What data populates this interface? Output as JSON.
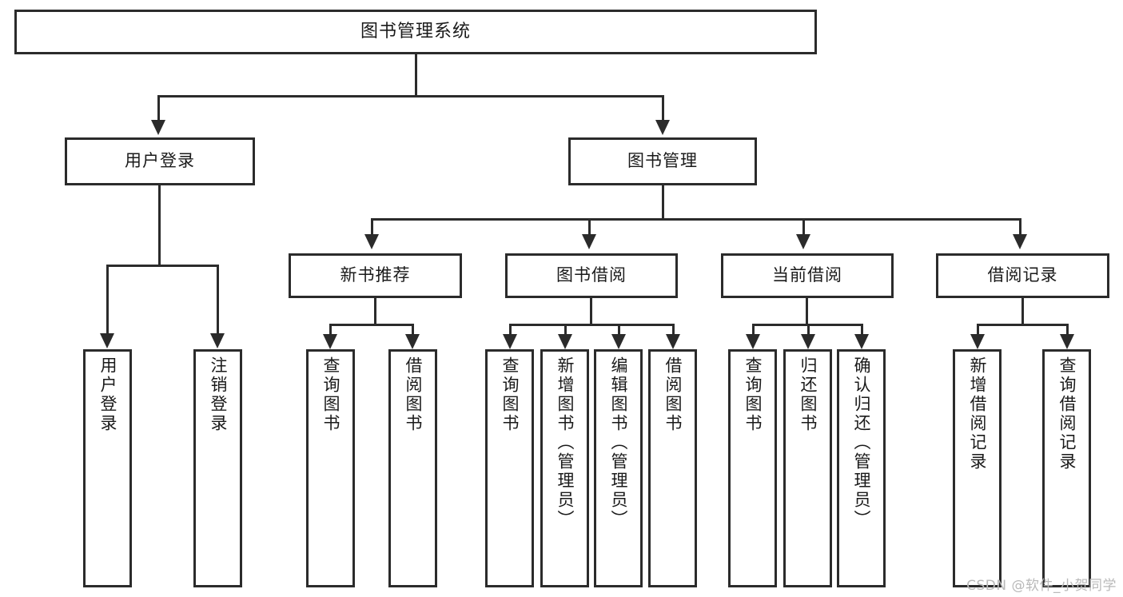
{
  "diagram": {
    "type": "tree-hierarchy-chart",
    "title": "图书管理系统",
    "orientation": "top-down",
    "colors": {
      "box_border": "#2b2b2b",
      "box_fill": "#ffffff",
      "line": "#2b2b2b",
      "text": "#1a1a1a",
      "watermark": "#b9b9b9",
      "background": "#ffffff"
    },
    "root": {
      "label": "图书管理系统"
    },
    "level2": [
      {
        "id": "user-login",
        "label": "用户登录"
      },
      {
        "id": "book-manage",
        "label": "图书管理"
      }
    ],
    "level3": [
      {
        "id": "new-book-recommend",
        "label": "新书推荐",
        "parent": "book-manage"
      },
      {
        "id": "book-borrow",
        "label": "图书借阅",
        "parent": "book-manage"
      },
      {
        "id": "current-borrow",
        "label": "当前借阅",
        "parent": "book-manage"
      },
      {
        "id": "borrow-record",
        "label": "借阅记录",
        "parent": "book-manage"
      }
    ],
    "leaves": {
      "user-login": [
        {
          "id": "leaf-user-login",
          "label": "用户登录"
        },
        {
          "id": "leaf-logout-login",
          "label": "注销登录"
        }
      ],
      "new-book-recommend": [
        {
          "id": "leaf-query-book-1",
          "label": "查询图书"
        },
        {
          "id": "leaf-borrow-book-1",
          "label": "借阅图书"
        }
      ],
      "book-borrow": [
        {
          "id": "leaf-query-book-2",
          "label": "查询图书"
        },
        {
          "id": "leaf-add-book",
          "label": "新增图书（管理员）"
        },
        {
          "id": "leaf-edit-book",
          "label": "编辑图书（管理员）"
        },
        {
          "id": "leaf-borrow-book-2",
          "label": "借阅图书"
        }
      ],
      "current-borrow": [
        {
          "id": "leaf-query-book-3",
          "label": "查询图书"
        },
        {
          "id": "leaf-return-book",
          "label": "归还图书"
        },
        {
          "id": "leaf-confirm-return",
          "label": "确认归还（管理员）"
        }
      ],
      "borrow-record": [
        {
          "id": "leaf-add-record",
          "label": "新增借阅记录"
        },
        {
          "id": "leaf-query-record",
          "label": "查询借阅记录"
        }
      ]
    }
  },
  "watermark": {
    "text": "CSDN @软件_小贺同学"
  }
}
